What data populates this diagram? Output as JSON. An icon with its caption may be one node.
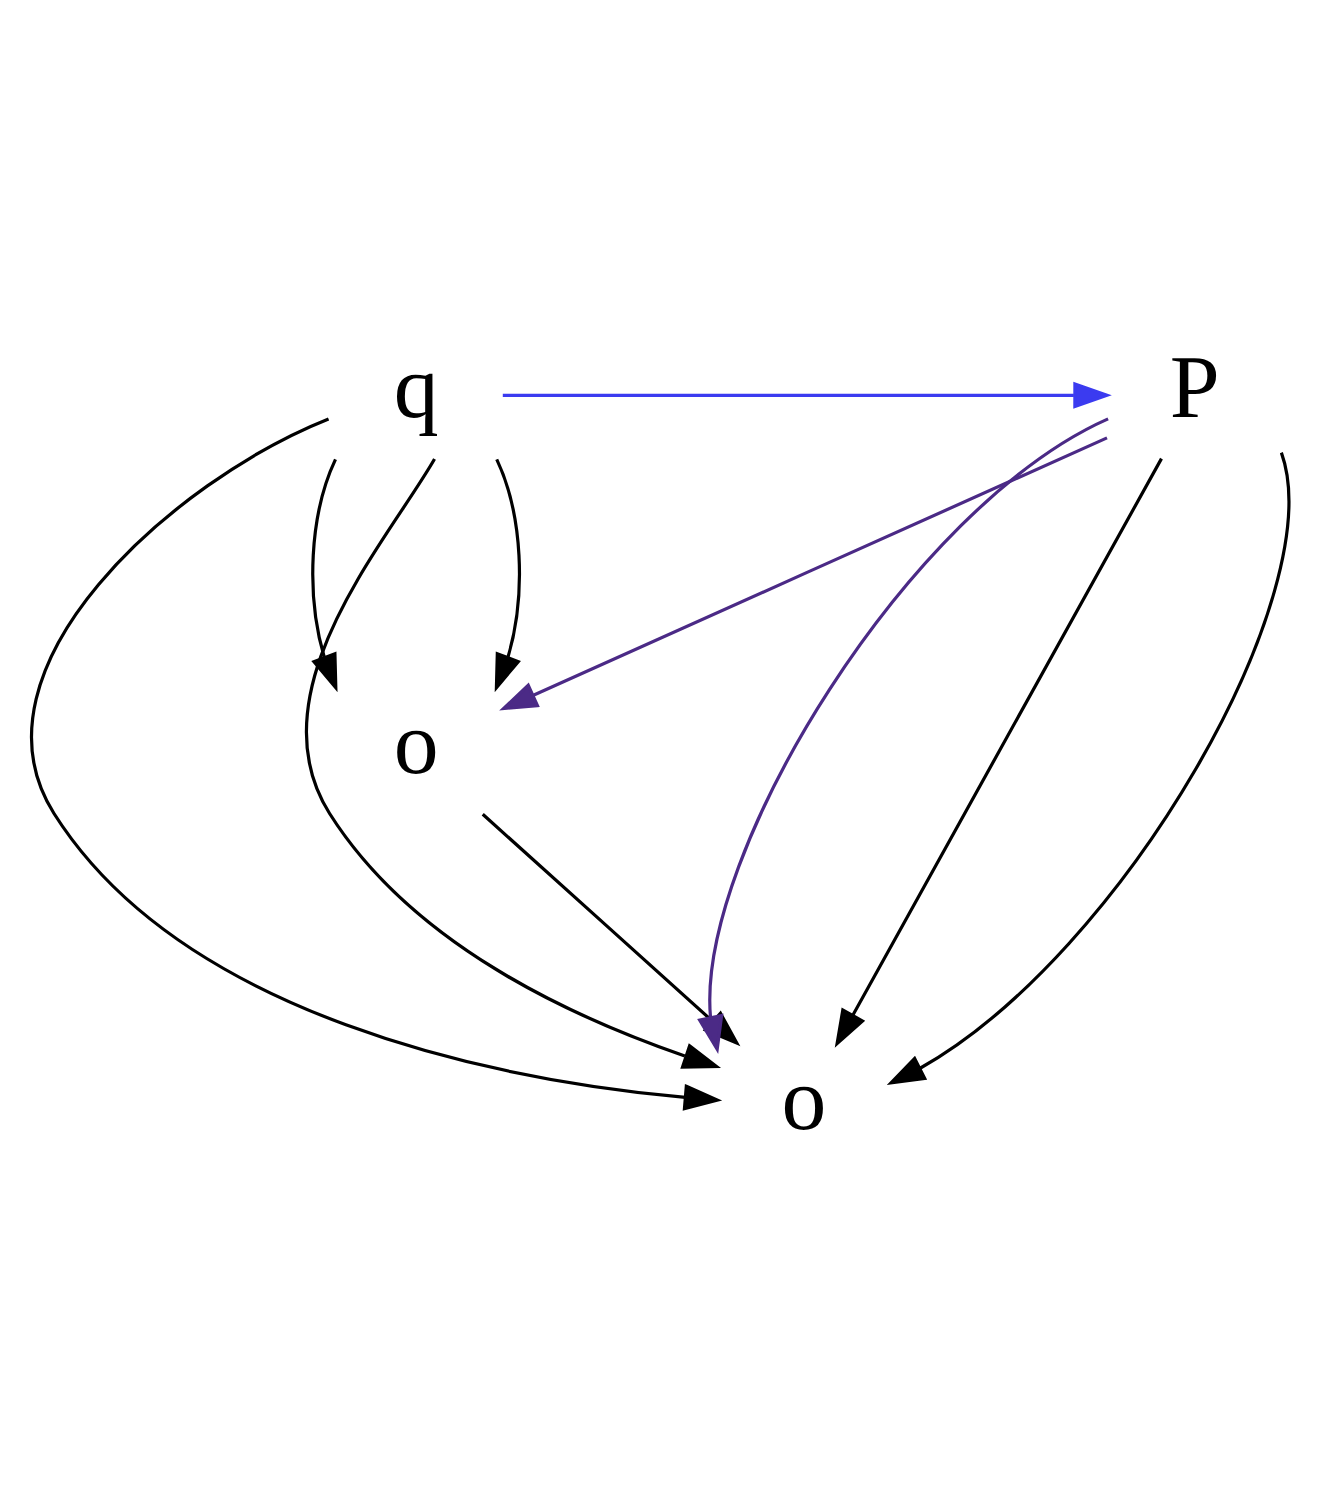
{
  "diagram": {
    "nodes": [
      {
        "text": [
          "o"
        ]
      },
      {
        "text": [
          "q"
        ]
      },
      {
        "text": [
          "P"
        ]
      },
      {
        "text": [
          "o"
        ]
      }
    ],
    "edges": [
      {
        "from": 1,
        "to": 0,
        "arrow": "to"
      },
      {
        "from": 0,
        "to": 3,
        "arrow": "to"
      },
      {
        "from": 1,
        "to": 3,
        "arrow": "to"
      },
      {
        "from": 1,
        "to": 0,
        "arrow": "to"
      },
      {
        "from": 1,
        "to": 2,
        "arrow": "to",
        "color": "#3b3bf0"
      },
      {
        "from": 1,
        "to": 3,
        "arrow": "to"
      },
      {
        "from": 2,
        "to": 0,
        "arrow": "to",
        "color": "#4b2a86"
      },
      {
        "from": 2,
        "to": 3,
        "arrow": "to",
        "color": "#4b2a86"
      },
      {
        "from": 2,
        "to": 3,
        "arrow": "to"
      },
      {
        "from": 2,
        "to": 3,
        "arrow": "to"
      }
    ]
  }
}
